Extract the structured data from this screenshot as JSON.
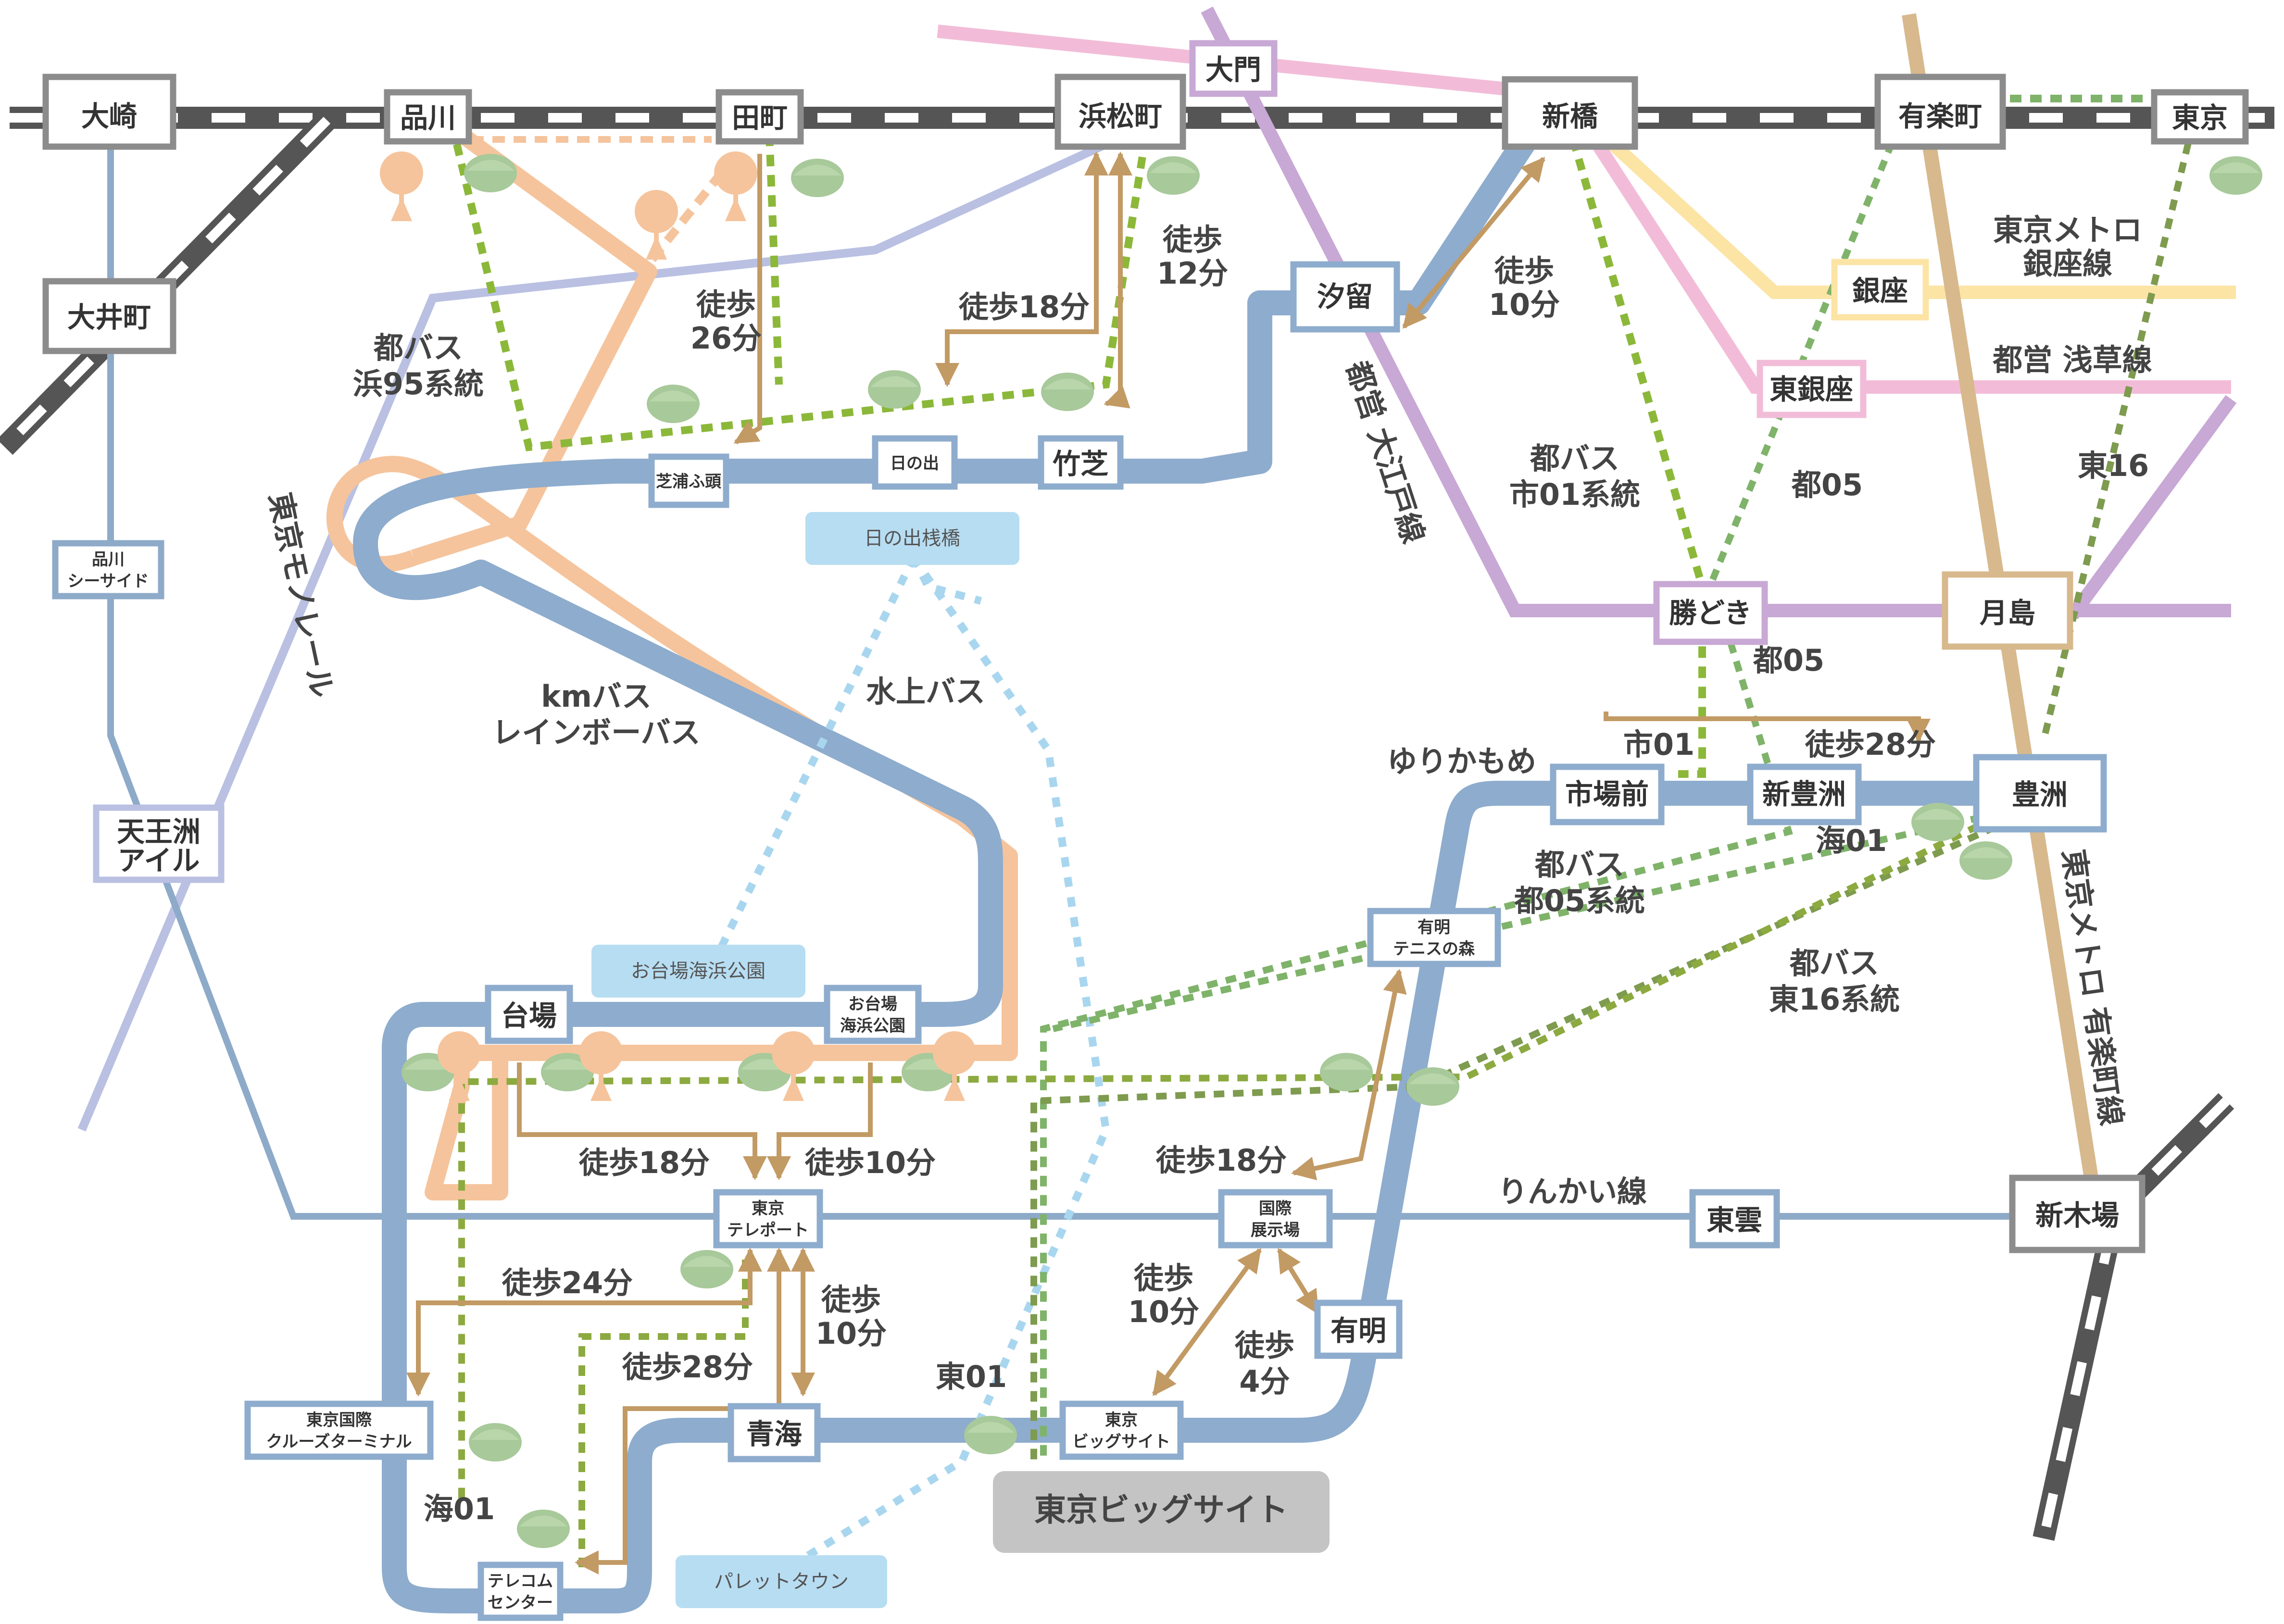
{
  "stations": {
    "osaki": "大崎",
    "shinagawa": "品川",
    "tamachi": "田町",
    "hamamatsucho": "浜松町",
    "daimon": "大門",
    "shimbashi": "新橋",
    "yurakucho": "有楽町",
    "tokyo": "東京",
    "oimachi": "大井町",
    "shiodome": "汐留",
    "ginza": "銀座",
    "higashi_ginza": "東銀座",
    "shibaura_futo": "芝浦ふ頭",
    "hinode": "日の出",
    "takeshiba": "竹芝",
    "shinagawa_seaside_1": "品川",
    "shinagawa_seaside_2": "シーサイド",
    "tennozu_1": "天王洲",
    "tennozu_2": "アイル",
    "kachidoki": "勝どき",
    "tsukishima": "月島",
    "shijo_mae": "市場前",
    "shin_toyosu": "新豊洲",
    "toyosu": "豊洲",
    "ariake_tennis_1": "有明",
    "ariake_tennis_2": "テニスの森",
    "daiba": "台場",
    "odaiba_kaihin_1": "お台場",
    "odaiba_kaihin_2": "海浜公園",
    "tokyo_teleport_1": "東京",
    "tokyo_teleport_2": "テレポート",
    "kokusai_tenjijo_1": "国際",
    "kokusai_tenjijo_2": "展示場",
    "shinonome": "東雲",
    "shin_kiba": "新木場",
    "ariake": "有明",
    "cruise_terminal_1": "東京国際",
    "cruise_terminal_2": "クルーズターミナル",
    "aomi": "青海",
    "big_sight_1": "東京",
    "big_sight_2": "ビッグサイト",
    "telecom_1": "テレコム",
    "telecom_2": "センター"
  },
  "piers": {
    "hinode_pier": "日の出桟橋",
    "odaiba_park": "お台場海浜公園",
    "palette_town": "パレットタウン",
    "big_sight_landmark": "東京ビッグサイト"
  },
  "labels": {
    "toei_bus_hama95_1": "都バス",
    "toei_bus_hama95_2": "浜95系統",
    "monorail": "東京モノレール",
    "walk_26_1": "徒歩",
    "walk_26_2": "26分",
    "walk_18_hama": "徒歩18分",
    "walk_12_1": "徒歩",
    "walk_12_2": "12分",
    "walk_10_shiodome_1": "徒歩",
    "walk_10_shiodome_2": "10分",
    "oedo_line": "都営 大江戸線",
    "ginza_line_1": "東京メトロ",
    "ginza_line_2": "銀座線",
    "asakusa_line": "都営 浅草線",
    "toei_bus_ichi01_1": "都バス",
    "toei_bus_ichi01_2": "市01系統",
    "to05_upper": "都05",
    "higashi16_upper": "東16",
    "to05_lower": "都05",
    "km_bus_1": "kmバス",
    "km_bus_2": "レインボーバス",
    "water_bus": "水上バス",
    "yurikamome": "ゆりかもめ",
    "ichi01": "市01",
    "walk_28_toyosu": "徒歩28分",
    "kai01_upper": "海01",
    "toei_bus_to05_1": "都バス",
    "toei_bus_to05_2": "都05系統",
    "toei_bus_higashi16_1": "都バス",
    "toei_bus_higashi16_2": "東16系統",
    "yurakucho_line": "東京メトロ 有楽町線",
    "walk_18_left": "徒歩18分",
    "walk_10_mid": "徒歩10分",
    "walk_18_right": "徒歩18分",
    "rinkai_line": "りんかい線",
    "walk_24": "徒歩24分",
    "walk_10_aomi_1": "徒歩",
    "walk_10_aomi_2": "10分",
    "walk_10_bigsight_1": "徒歩",
    "walk_10_bigsight_2": "10分",
    "walk_4_1": "徒歩",
    "walk_4_2": "4分",
    "walk_28_telecom": "徒歩28分",
    "higashi01": "東01",
    "kai01_lower": "海01"
  },
  "colors": {
    "jr": "#555555",
    "monorail": "#b9c0e2",
    "rinkai": "#8eaac9",
    "yurikamome": "#8eaccd",
    "rainbow_bus": "#f5c49c",
    "oedo": "#c8a8d5",
    "asakusa": "#f2bcd8",
    "ginza": "#fce4a5",
    "yurakucho": "#d7b98d",
    "water_bus": "#a9d6ef",
    "bus_green": "#8cb83a",
    "bus_olive": "#7e9b4f",
    "walk": "#c29a64"
  }
}
